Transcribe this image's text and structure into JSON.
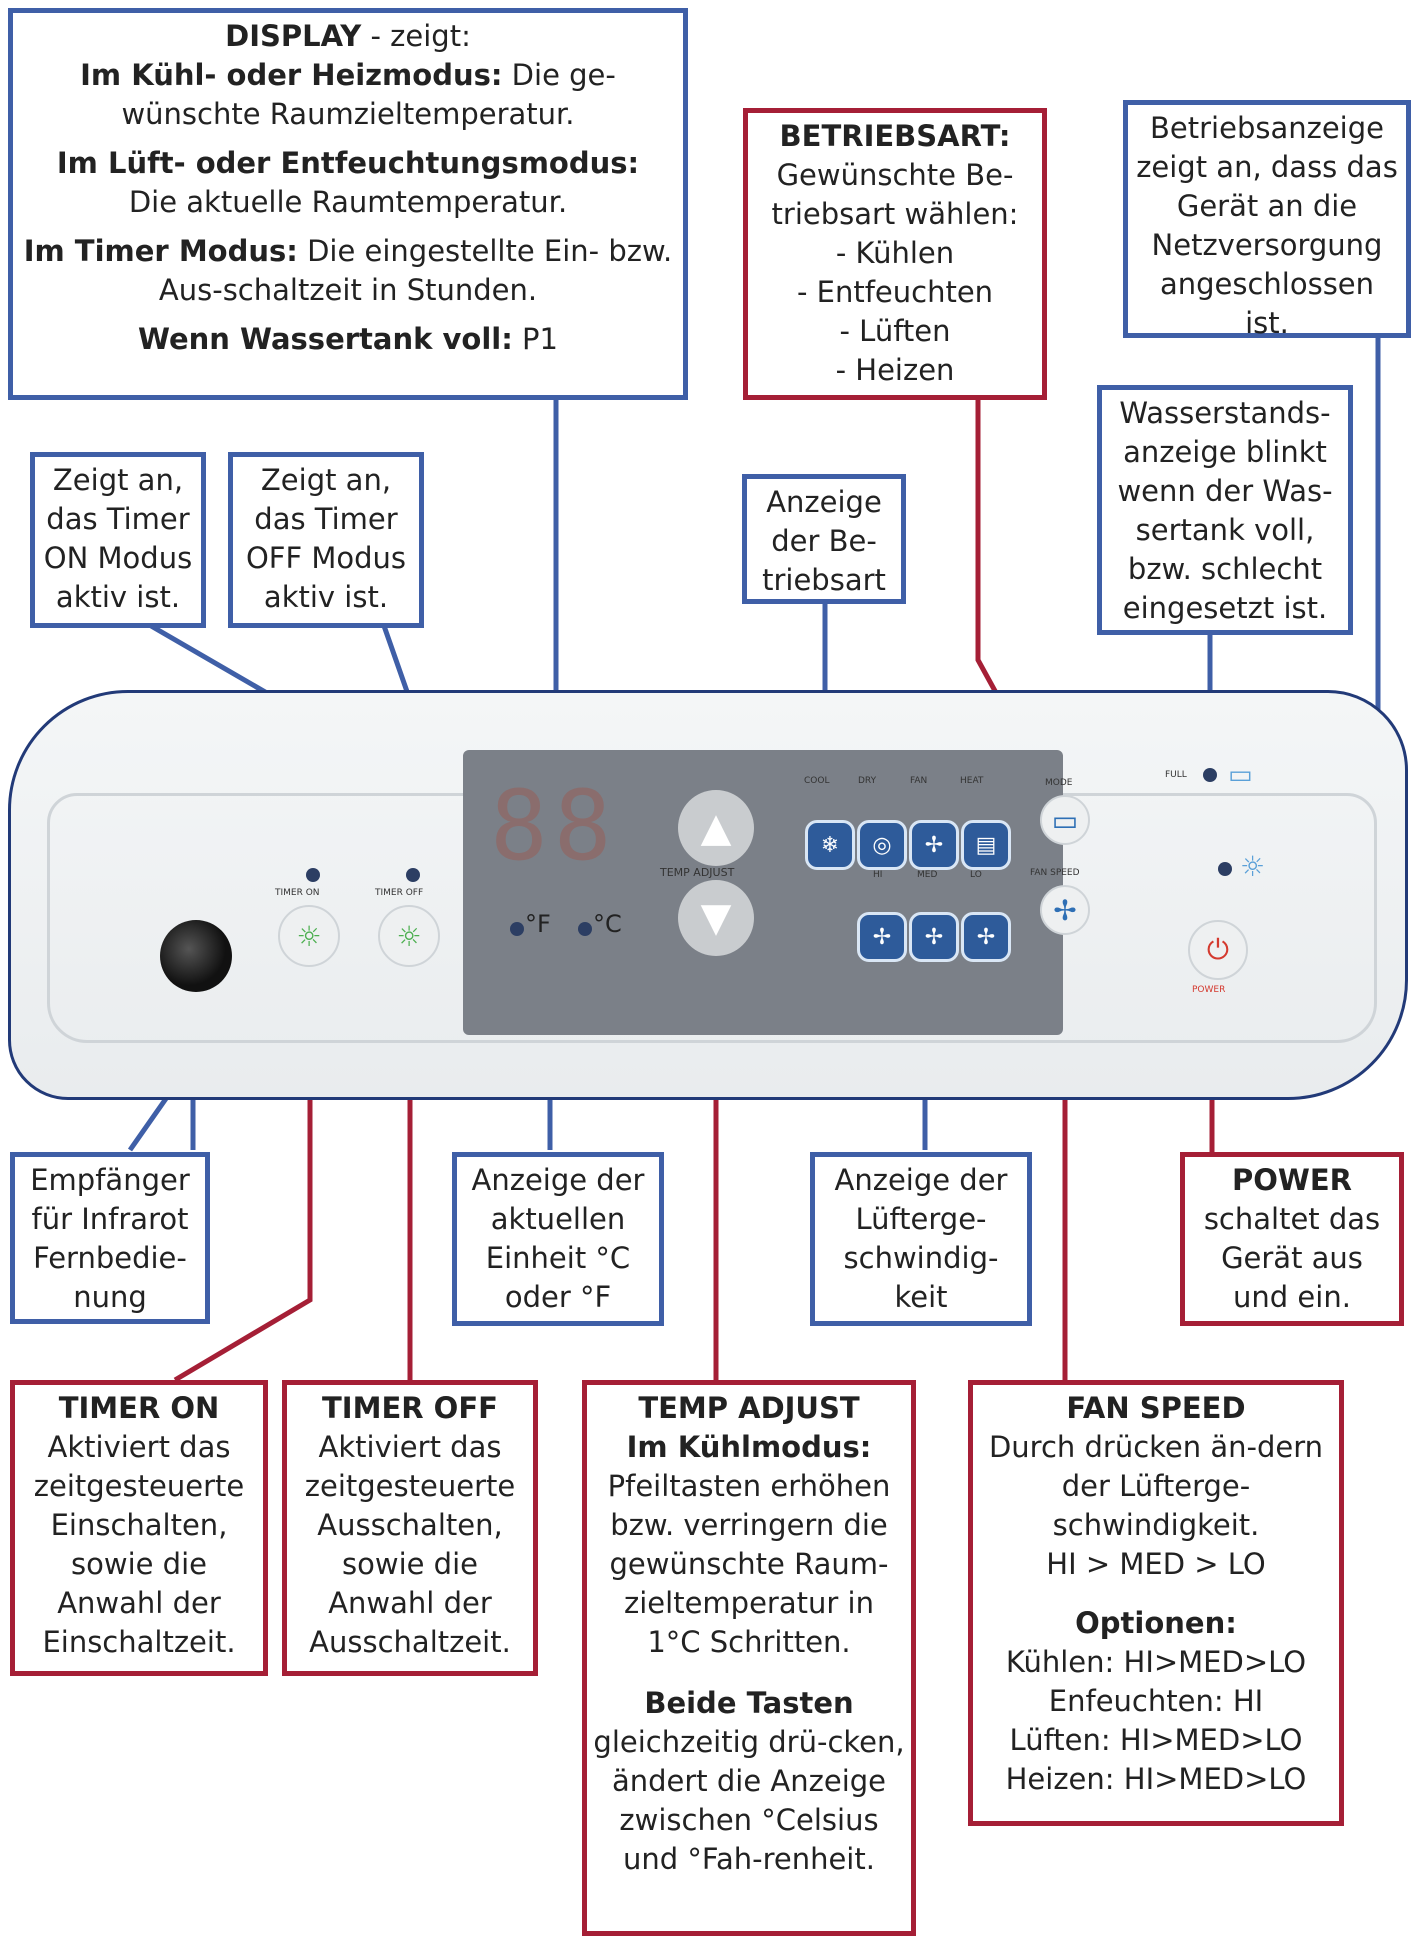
{
  "callouts": {
    "display": {
      "title": "DISPLAY",
      "title_suffix": " - zeigt:",
      "p1_bold": "Im Kühl- oder Heizmodus:",
      "p1_text": " Die ge-wünschte Raumzieltemperatur.",
      "p2_bold": "Im Lüft- oder Entfeuchtungsmodus:",
      "p2_text": "Die aktuelle Raumtemperatur.",
      "p3_bold": "Im Timer Modus:",
      "p3_text": " Die eingestellte Ein- bzw. Aus-schaltzeit in Stunden.",
      "p4_bold": "Wenn Wassertank voll:",
      "p4_text": " P1"
    },
    "betriebsart": {
      "title": "BETRIEBSART:",
      "text": "Gewünschte Be-triebsart wählen:",
      "items": [
        "- Kühlen",
        "- Entfeuchten",
        "- Lüften",
        "- Heizen"
      ]
    },
    "betriebsanzeige": {
      "text": "Betriebsanzeige zeigt an, dass das Gerät an die Netzversorgung angeschlossen ist."
    },
    "timer_on_ind": {
      "text": "Zeigt an, das Timer ON Modus aktiv ist."
    },
    "timer_off_ind": {
      "text": "Zeigt an, das Timer OFF Modus aktiv ist."
    },
    "mode_ind": {
      "text": "Anzeige der Be-triebsart"
    },
    "water_ind": {
      "text": "Wasserstands-anzeige blinkt wenn der Was-sertank voll, bzw. schlecht eingesetzt ist."
    },
    "infrared": {
      "text": "Empfänger für Infrarot Fernbedie-nung"
    },
    "unit_ind": {
      "text": "Anzeige der aktuellen Einheit °C oder °F"
    },
    "fan_ind": {
      "text": "Anzeige der Lüfterge-schwindig-keit"
    },
    "power": {
      "title": "POWER",
      "text": "schaltet das Gerät aus und ein."
    },
    "timer_on": {
      "title": "TIMER ON",
      "text": "Aktiviert das zeitgesteuerte Einschalten, sowie die Anwahl der Einschaltzeit."
    },
    "timer_off": {
      "title": "TIMER OFF",
      "text": "Aktiviert das zeitgesteuerte Ausschalten, sowie die Anwahl der Ausschaltzeit."
    },
    "temp_adjust": {
      "title": "TEMP ADJUST",
      "subtitle": "Im Kühlmodus:",
      "text": "Pfeiltasten erhöhen bzw. verringern die gewünschte Raum-zieltemperatur in 1°C Schritten.",
      "title2": "Beide Tasten",
      "text2": "gleichzeitig drü-cken, ändert die Anzeige zwischen °Celsius und °Fah-renheit."
    },
    "fan_speed": {
      "title": "FAN SPEED",
      "text": "Durch drücken än-dern der Lüfterge-schwindigkeit.",
      "order": "HI > MED > LO",
      "options_title": "Optionen:",
      "options": [
        "Kühlen: HI>MED>LO",
        "Enfeuchten: HI",
        "Lüften: HI>MED>LO",
        "Heizen: HI>MED>LO"
      ]
    }
  },
  "panel": {
    "display_digits": "88",
    "unit_f": "°F",
    "unit_c": "°C",
    "timer_on_label": "TIMER ON",
    "timer_off_label": "TIMER OFF",
    "temp_adjust_label": "TEMP ADJUST",
    "mode_label": "MODE",
    "fan_speed_label": "FAN SPEED",
    "full_label": "FULL",
    "power_label": "POWER",
    "mode_leds": [
      "COOL",
      "DRY",
      "FAN",
      "HEAT"
    ],
    "fan_leds": [
      "HI",
      "MED",
      "LO"
    ]
  },
  "colors": {
    "blue_frame": "#3f5fa7",
    "red_frame": "#a51f36"
  }
}
